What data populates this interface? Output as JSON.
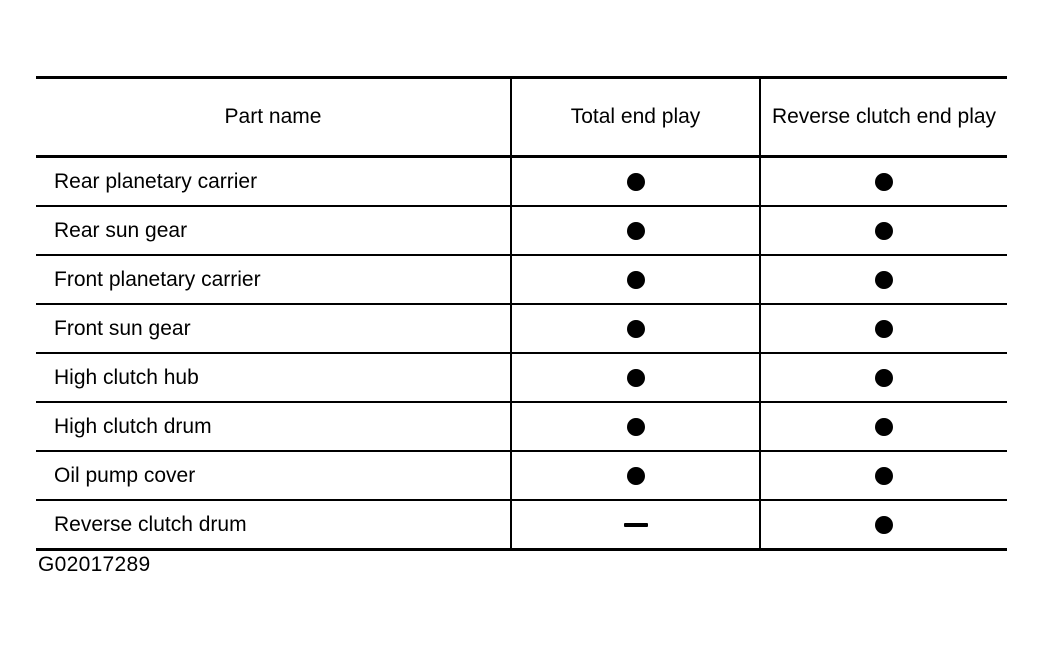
{
  "figure": {
    "caption": "G02017289"
  },
  "table": {
    "columns": [
      {
        "key": "part_name",
        "label": "Part name",
        "align": "center"
      },
      {
        "key": "total_end_play",
        "label": "Total end play",
        "align": "center"
      },
      {
        "key": "reverse_clutch_end_play",
        "label": "Reverse clutch end play",
        "align": "center"
      }
    ],
    "rows": [
      {
        "part_name": "Rear planetary carrier",
        "total_end_play": "dot",
        "reverse_clutch_end_play": "dot"
      },
      {
        "part_name": "Rear sun gear",
        "total_end_play": "dot",
        "reverse_clutch_end_play": "dot"
      },
      {
        "part_name": "Front planetary carrier",
        "total_end_play": "dot",
        "reverse_clutch_end_play": "dot"
      },
      {
        "part_name": "Front sun gear",
        "total_end_play": "dot",
        "reverse_clutch_end_play": "dot"
      },
      {
        "part_name": "High clutch hub",
        "total_end_play": "dot",
        "reverse_clutch_end_play": "dot"
      },
      {
        "part_name": "High clutch drum",
        "total_end_play": "dot",
        "reverse_clutch_end_play": "dot"
      },
      {
        "part_name": "Oil pump cover",
        "total_end_play": "dot",
        "reverse_clutch_end_play": "dot"
      },
      {
        "part_name": "Reverse clutch drum",
        "total_end_play": "dash",
        "reverse_clutch_end_play": "dot"
      }
    ],
    "mark_legend": {
      "dot": "applicable-dot-mark",
      "dash": "not-applicable-dash-mark"
    }
  },
  "colors": {
    "ink": "#000000",
    "page": "#ffffff"
  }
}
